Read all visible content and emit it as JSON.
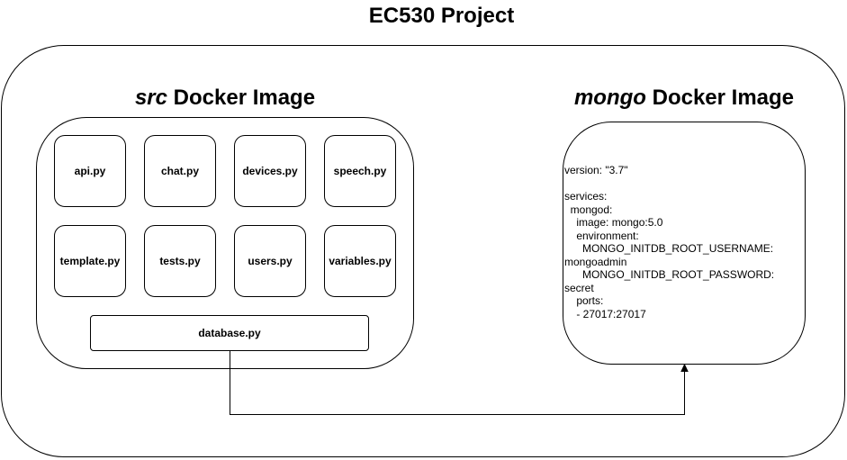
{
  "title": "EC530 Project",
  "src_image": {
    "name": "src",
    "label_suffix": " Docker Image",
    "files": [
      "api.py",
      "chat.py",
      "devices.py",
      "speech.py",
      "template.py",
      "tests.py",
      "users.py",
      "variables.py"
    ],
    "database_file": "database.py"
  },
  "mongo_image": {
    "name": "mongo",
    "label_suffix": " Docker Image",
    "config_lines": [
      "version: \"3.7\"",
      "",
      "services:",
      "  mongod:",
      "    image: mongo:5.0",
      "    environment:",
      "      MONGO_INITDB_ROOT_USERNAME:",
      "mongoadmin",
      "      MONGO_INITDB_ROOT_PASSWORD:",
      "secret",
      "    ports:",
      "    - 27017:27017"
    ]
  }
}
